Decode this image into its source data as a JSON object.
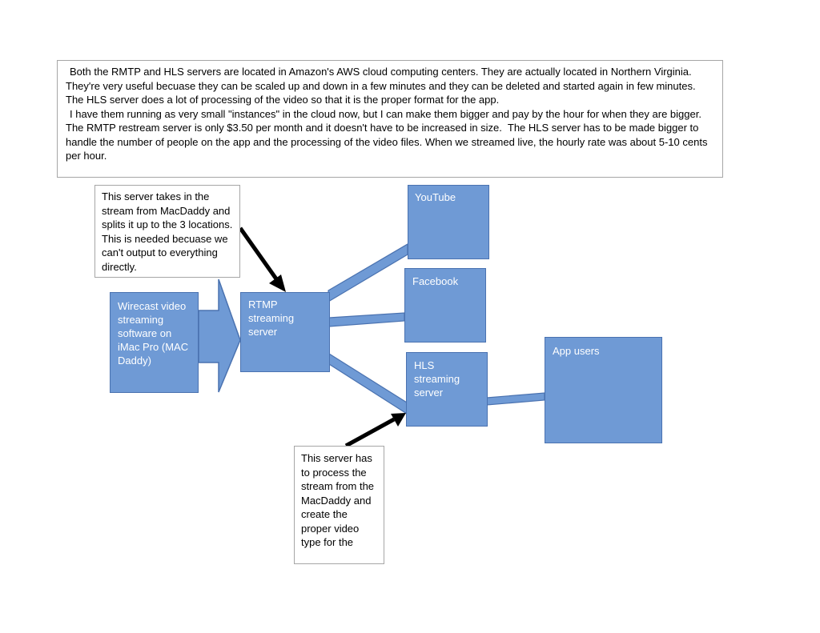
{
  "top_note": {
    "paragraphs": [
      "Both the RMTP and HLS servers are located in Amazon's AWS cloud computing centers. They are actually located in Northern Virginia. They're very useful becuase they can be scaled up and down in a few minutes and they can be deleted and started again in few minutes. The HLS server does a lot of processing of the video so that it is the proper format for the app.",
      "I have them running as very small \"instances\" in the cloud now, but I can make them bigger and pay by the hour for when they are bigger. The RMTP restream server is only $3.50 per month and it doesn't have to be increased in size.  The HLS server has to be made bigger to handle the number of people on the app and the processing of the video files. When we streamed live, the hourly rate was about 5-10 cents per hour."
    ]
  },
  "callouts": {
    "rtmp_note": "This server takes in the stream from MacDaddy and splits it up to the 3 locations. This is needed becuase we can't output to everything directly.",
    "hls_note": "This server has to process the stream from the MacDaddy and create the proper video type for the"
  },
  "nodes": {
    "wirecast": "Wirecast video streaming software on iMac Pro (MAC Daddy)",
    "rtmp": "RTMP streaming server",
    "youtube": "YouTube",
    "facebook": "Facebook",
    "hls": "HLS streaming server",
    "app_users": "App users"
  },
  "colors": {
    "node_fill": "#6f9ad5",
    "node_border": "#4a72b0",
    "node_text": "#ffffff",
    "callout_arrow": "#000000",
    "note_border": "#a6a6a6"
  }
}
